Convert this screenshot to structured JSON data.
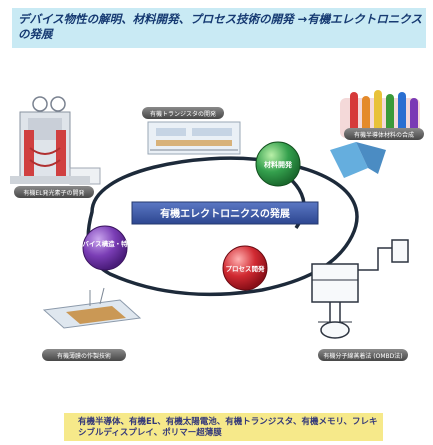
{
  "header": {
    "title": "デバイス物性の解明、材料開発、プロセス技術の開発 →有機エレクトロニクスの発展"
  },
  "diagram": {
    "center_label": "有機エレクトロニクスの発展",
    "nodes": [
      {
        "id": "device",
        "label": "デバイス構造・特性",
        "color": "#6a2f9c"
      },
      {
        "id": "material",
        "label": "材料開発",
        "color": "#2f9a4a"
      },
      {
        "id": "process",
        "label": "プロセス開発",
        "color": "#c8202e"
      }
    ],
    "badges": {
      "transistor": "有機トランジスタの開発",
      "el_analysis": "有機EL発光素子の開発",
      "material_synthesis": "有機半導体材料の合成",
      "thin_film": "有機薄膜の作製技術",
      "vacuum_deposition": "有機分子線蒸着法 (OMBD法)"
    }
  },
  "footer": {
    "applications": "有機半導体、有機EL、有機太陽電池、有機トランジスタ、有機メモリ、フレキシブルディスプレイ、ポリマー超薄膜"
  },
  "colors": {
    "header_bg": "#c9eaf4",
    "footer_bg": "#f6e98a",
    "ring": "#1d2a3a",
    "center_box": "#3a58a6",
    "badge": "#5a5a5a"
  }
}
